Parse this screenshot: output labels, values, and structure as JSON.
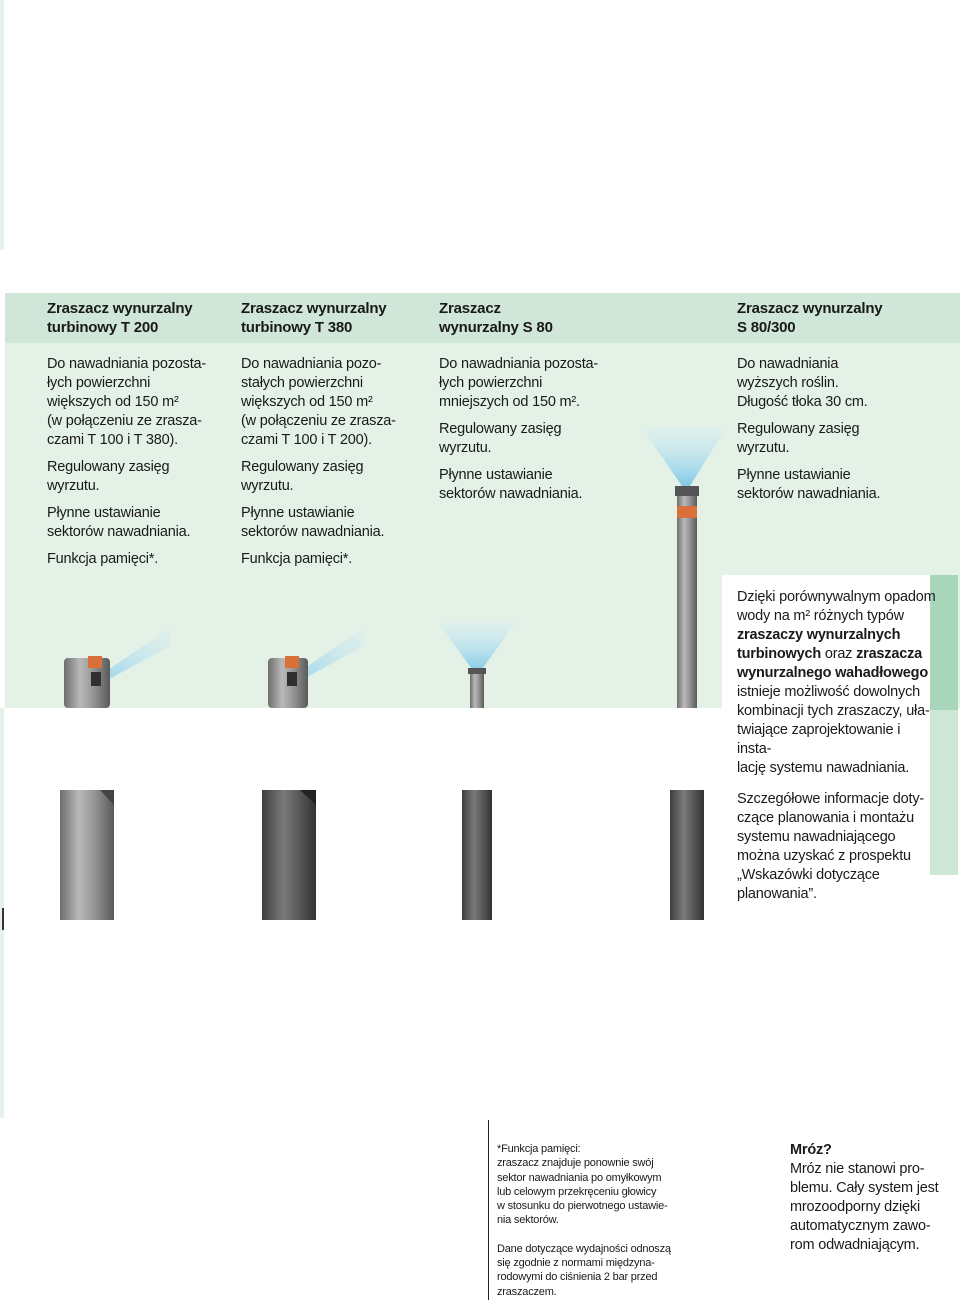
{
  "colors": {
    "header_band": "#cfe6d8",
    "light_band": "#e3f1e7",
    "accent_green": "#a8d6bb",
    "orange": "#d8703a",
    "spray_blue": "#8fd0ea"
  },
  "columns": [
    {
      "title": [
        "Zraszacz wynurzalny",
        "turbinowy T 200"
      ],
      "desc": [
        "Do nawadniania pozosta-",
        "łych powierzchni",
        "większych od 150 m²",
        "(w połączeniu ze zrasza-",
        "czami T 100 i T 380)."
      ],
      "range": [
        "Regulowany zasięg",
        "wyrzutu."
      ],
      "sector": [
        "Płynne ustawianie",
        "sektorów nawadniania."
      ],
      "memory": "Funkcja pamięci*."
    },
    {
      "title": [
        "Zraszacz wynurzalny",
        "turbinowy T 380"
      ],
      "desc": [
        "Do nawadniania pozo-",
        "stałych powierzchni",
        "większych od 150 m²",
        "(w połączeniu ze zrasza-",
        "czami T 100 i T 200)."
      ],
      "range": [
        "Regulowany zasięg",
        "wyrzutu."
      ],
      "sector": [
        "Płynne ustawianie",
        "sektorów nawadniania."
      ],
      "memory": "Funkcja pamięci*."
    },
    {
      "title": [
        "Zraszacz",
        "wynurzalny S 80"
      ],
      "desc": [
        "Do nawadniania pozosta-",
        "łych powierzchni",
        "mniejszych od 150 m²."
      ],
      "range": [
        "Regulowany zasięg",
        "wyrzutu."
      ],
      "sector": [
        "Płynne ustawianie",
        "sektorów nawadniania."
      ]
    },
    {
      "title": [
        "Zraszacz wynurzalny",
        "S 80/300"
      ],
      "desc": [
        "Do nawadniania",
        "wyższych roślin.",
        "Długość tłoka 30 cm."
      ],
      "range": [
        "Regulowany zasięg",
        "wyrzutu."
      ],
      "sector": [
        "Płynne ustawianie",
        "sektorów nawadniania."
      ]
    }
  ],
  "note": {
    "l1": "Dzięki porównywalnym opadom",
    "l2": "wody na m² różnych typów",
    "l3": "zraszaczy wynurzalnych",
    "l4a": "turbinowych",
    "l4b": " oraz ",
    "l4c": "zraszacza",
    "l5": "wynurzalnego wahadłowego",
    "l6": "istnieje możliwość dowolnych",
    "l7": "kombinacji tych zraszaczy, uła-",
    "l8": "twiające zaprojektowanie i insta-",
    "l9": "lację systemu nawadniania.",
    "p2": [
      "Szczegółowe informacje doty-",
      "czące planowania i montażu",
      "systemu nawadniającego",
      "można uzyskać z prospektu",
      "„Wskazówki dotyczące",
      "planowania”."
    ]
  },
  "footnote": {
    "p1": [
      "*Funkcja pamięci:",
      "zraszacz znajduje ponownie swój",
      "sektor nawadniania po omyłkowym",
      "lub celowym przekręceniu głowicy",
      "w stosunku do pierwotnego ustawie-",
      "nia sektorów."
    ],
    "p2": [
      "Dane dotyczące wydajności odnoszą",
      "się zgodnie z normami międzyna-",
      "rodowymi do ciśnienia 2 bar przed",
      "zraszaczem."
    ]
  },
  "frost": {
    "title": "Mróz?",
    "body": [
      "Mróz nie stanowi pro-",
      "blemu. Cały system jest",
      "mrozoodporny dzięki",
      "automatycznym zawo-",
      "rom odwadniającym."
    ]
  }
}
